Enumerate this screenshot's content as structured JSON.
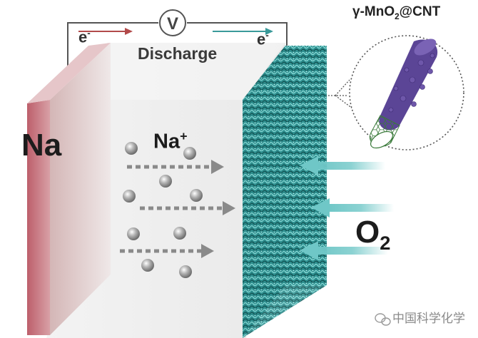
{
  "electrodes": {
    "anode_label": "Na",
    "cathode_material_label": "γ-MnO",
    "cathode_material_subscript": "2",
    "cathode_material_suffix": "@CNT"
  },
  "circuit": {
    "meter_symbol": "V",
    "mode_label": "Discharge",
    "electron_symbol": "e",
    "electron_charge": "-"
  },
  "ions": {
    "symbol": "Na",
    "charge": "+"
  },
  "gas": {
    "symbol": "O",
    "subscript": "2"
  },
  "watermark": "中国科学化学",
  "colors": {
    "anode": "#c76d77",
    "cathode": "#3b9a9a",
    "electron_arrow_left": "#b24a4a",
    "electron_arrow_right": "#3a9a9a",
    "o2_arrow": "#6fc7c7",
    "cnt_coating": "#5b4596"
  }
}
